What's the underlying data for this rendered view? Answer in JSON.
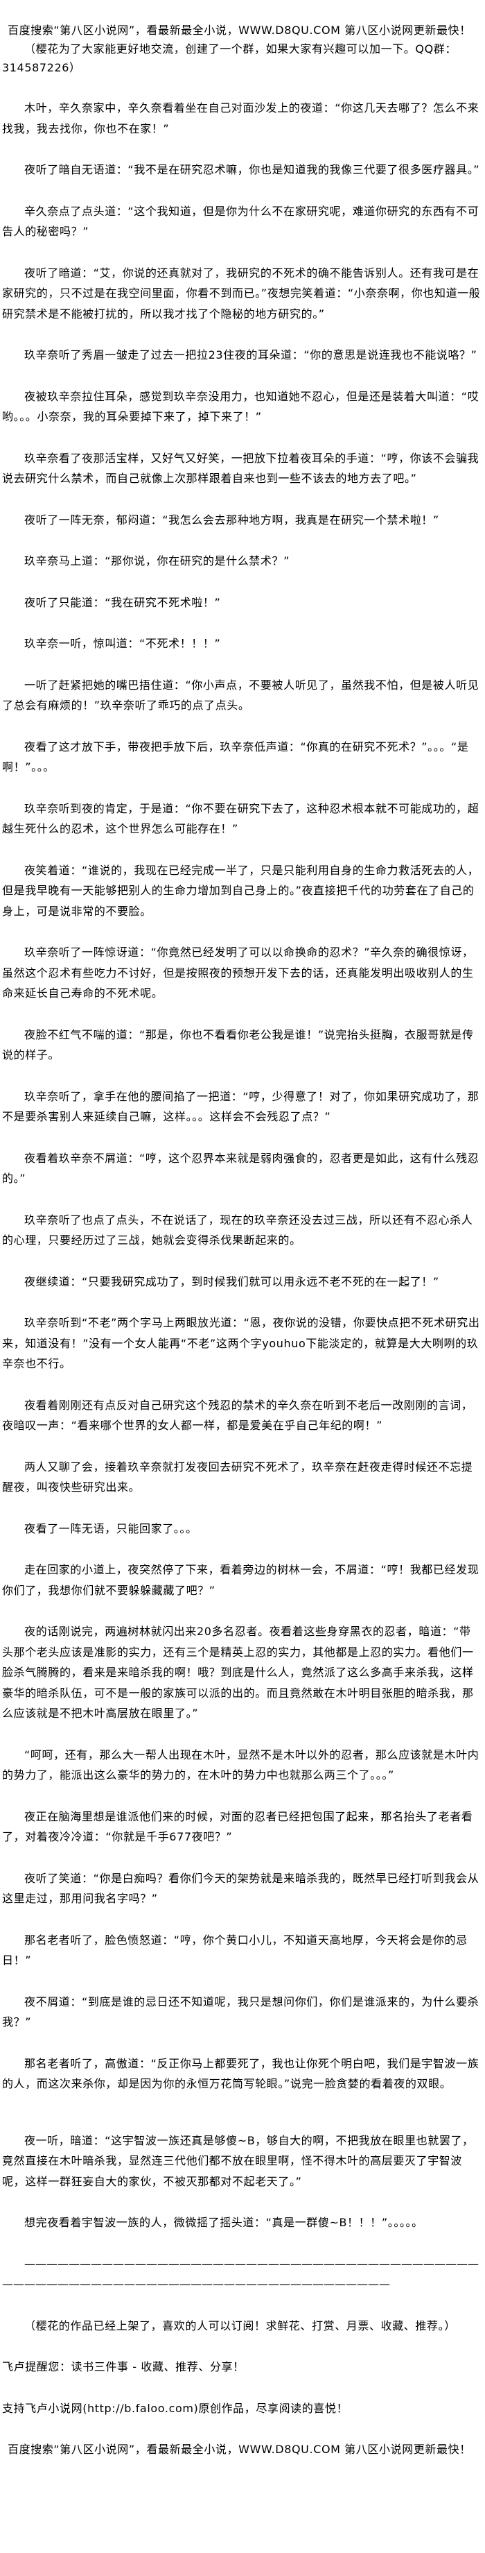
{
  "header": {
    "site_notice": "百度搜索“第八区小说网”，看最新最全小说，WWW.D8QU.COM  第八区小说网更新最快！",
    "group_notice": "（樱花为了大家能更好地交流，创建了一个群，如果大家有兴趣可以加一下。QQ群：314587226）"
  },
  "paragraphs": [
    "木叶，辛久奈家中，辛久奈看着坐在自己对面沙发上的夜道：“你这几天去哪了？怎么不来找我，我去找你，你也不在家！”",
    "夜听了暗自无语道：“我不是在研究忍术嘛，你也是知道我的我像三代要了很多医疗器具。”",
    "辛久奈点了点头道：“这个我知道，但是你为什么不在家研究呢，难道你研究的东西有不可告人的秘密吗？”",
    "夜听了暗道：“艾，你说的还真就对了，我研究的不死术的确不能告诉别人。还有我可是在家研究的，只不过是在我空间里面，你看不到而已。”夜想完笑着道：“小奈奈啊，你也知道一般研究禁术是不能被打扰的，所以我才找了个隐秘的地方研究的。”",
    "玖辛奈听了秀眉一皱走了过去一把拉23住夜的耳朵道：“你的意思是说连我也不能说咯？”",
    "夜被玖辛奈拉住耳朵，感觉到玖辛奈没用力，也知道她不忍心，但是还是装着大叫道：“哎哟。。。小奈奈，我的耳朵要掉下来了，掉下来了！”",
    "玖辛奈看了夜那活宝样，又好气又好笑，一把放下拉着夜耳朵的手道：“哼，你该不会骗我说去研究什么禁术，而自己就像上次那样跟着自来也到一些不该去的地方去了吧。”",
    "夜听了一阵无奈，郁闷道：“我怎么会去那种地方啊，我真是在研究一个禁术啦！”",
    "玖辛奈马上道：“那你说，你在研究的是什么禁术？”",
    "夜听了只能道：“我在研究不死术啦！”",
    "玖辛奈一听，惊叫道：“不死术！！！”",
    "一听了赶紧把她的嘴巴捂住道：“你小声点，不要被人听见了，虽然我不怕，但是被人听见了总会有麻烦的！”玖辛奈听了乖巧的点了点头。",
    "夜看了这才放下手，带夜把手放下后，玖辛奈低声道：“你真的在研究不死术？”。。。“是啊！”。。。",
    "玖辛奈听到夜的肯定，于是道：“你不要在研究下去了，这种忍术根本就不可能成功的，超越生死什么的忍术，这个世界怎么可能存在！”",
    "夜笑着道：“谁说的，我现在已经完成一半了，只是只能利用自身的生命力救活死去的人，但是我早晚有一天能够把别人的生命力增加到自己身上的。”夜直接把千代的功劳套在了自己的身上，可是说非常的不要脸。",
    "玖辛奈听了一阵惊讶道：“你竟然已经发明了可以以命换命的忍术？”辛久奈的确很惊讶，虽然这个忍术有些吃力不讨好，但是按照夜的预想开发下去的话，还真能发明出吸收别人的生命来延长自己寿命的不死术呢。",
    "夜脸不红气不喘的道：“那是，你也不看看你老公我是谁！”说完抬头挺胸，衣服哥就是传说的样子。",
    "玖辛奈听了，拿手在他的腰间掐了一把道：“哼，少得意了！对了，你如果研究成功了，那不是要杀害别人来延续自己嘛，这样。。。这样会不会残忍了点？”",
    "夜看着玖辛奈不屑道：“哼，这个忍界本来就是弱肉强食的，忍者更是如此，这有什么残忍的。”",
    "玖辛奈听了也点了点头，不在说话了，现在的玖辛奈还没去过三战，所以还有不忍心杀人的心理，只要经历过了三战，她就会变得杀伐果断起来的。",
    "夜继续道：“只要我研究成功了，到时候我们就可以用永远不老不死的在一起了！”",
    "玖辛奈听到“不老”两个字马上两眼放光道：“恩，夜你说的没错，你要快点把不死术研究出来，知道没有！”没有一个女人能再“不老”这两个字youhuo下能淡定的，就算是大大咧咧的玖辛奈也不行。",
    "夜看着刚刚还有点反对自己研究这个残忍的禁术的辛久奈在听到不老后一改刚刚的言词，夜暗叹一声：“看来哪个世界的女人都一样，都是爱美在乎自己年纪的啊！”",
    "两人又聊了会，接着玖辛奈就打发夜回去研究不死术了，玖辛奈在赶夜走得时候还不忘提醒夜，叫夜快些研究出来。",
    "夜看了一阵无语，只能回家了。。。",
    "走在回家的小道上，夜突然停了下来，看着旁边的树林一会，不屑道：“哼！我都已经发现你们了，我想你们就不要躲躲藏藏了吧？”",
    "夜的话刚说完，两遍树林就闪出来20多名忍者。夜看着这些身穿黑衣的忍者，暗道：“带头那个老头应该是准影的实力，还有三个是精英上忍的实力，其他都是上忍的实力。看他们一脸杀气腾腾的，看来是来暗杀我的啊！哦？到底是什么人，竟然派了这么多高手来杀我，这样豪华的暗杀队伍，可不是一般的家族可以派的出的。而且竟然敢在木叶明目张胆的暗杀我，那么应该就是不把木叶高层放在眼里了。”",
    "“呵呵，还有，那么大一帮人出现在木叶，显然不是木叶以外的忍者，那么应该就是木叶内的势力了，能派出这么豪华的势力的，在木叶的势力中也就那么两三个了。。。”",
    "夜正在脑海里想是谁派他们来的时候，对面的忍者已经把包围了起来，那名抬头了老者看了，对着夜冷冷道：“你就是千手677夜吧？”",
    "夜听了笑道：“你是白痴吗？看你们今天的架势就是来暗杀我的，既然早已经打听到我会从这里走过，那用问我名字吗？”",
    "那名老者听了，脸色愤怒道：“哼，你个黄口小儿，不知道天高地厚，今天将会是你的忌日！”",
    "夜不屑道：“到底是谁的忌日还不知道呢，我只是想问你们，你们是谁派来的，为什么要杀我？”",
    "那名老者听了，高傲道：“反正你马上都要死了，我也让你死个明白吧，我们是宇智波一族的人，而这次来杀你，却是因为你的永恒万花筒写轮眼。”说完一脸贪婪的看着夜的双眼。",
    "夜一听，暗道：“这宇智波一族还真是够傻~B，够自大的啊，不把我放在眼里也就罢了，竟然直接在木叶暗杀我，显然连三代他们都不放在眼里啊，怪不得木叶的高层要灭了宇智波呢，这样一群狂妄自大的家伙，不被灭那都对不起老天了。”",
    "想完夜看着宇智波一族的人，微微摇了摇头道：“真是一群傻~B！！！”。。。。。"
  ],
  "divider": "————————————————————————————————————————————————————————————————————————————",
  "footer": {
    "author_note": "（樱花的作品已经上架了，喜欢的人可以订阅！求鲜花、打赏、月票、收藏、推荐。）",
    "reminder": "飞卢提醒您：读书三件事 - 收藏、推荐、分享！",
    "support": "支持飞卢小说网(http://b.faloo.com)原创作品，尽享阅读的喜悦！",
    "site_notice": "百度搜索“第八区小说网”，看最新最全小说，WWW.D8QU.COM  第八区小说网更新最快！"
  }
}
